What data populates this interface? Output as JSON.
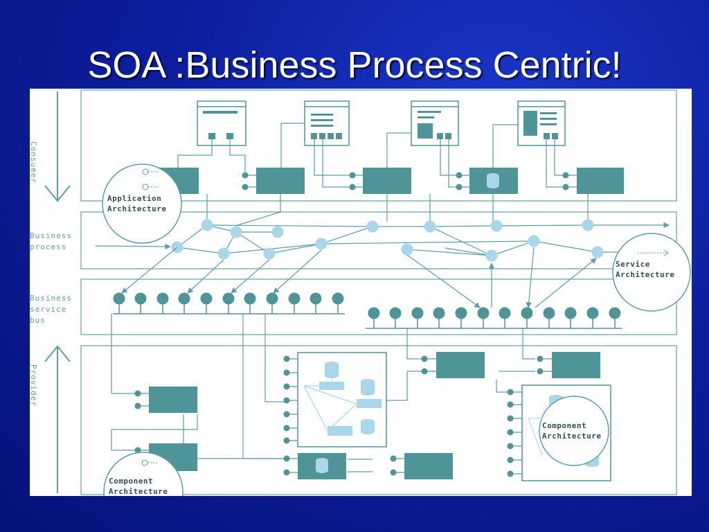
{
  "title": "SOA :Business Process Centric!",
  "lanes": {
    "consumer": "Consumer",
    "business_process": [
      "Business",
      "process"
    ],
    "business_service_bus": [
      "Business",
      "service",
      "bus"
    ],
    "provider": "Provider"
  },
  "callouts": {
    "application_architecture": [
      "Application",
      "Architecture"
    ],
    "service_architecture": [
      "Service",
      "Architecture"
    ],
    "component_architecture_right": [
      "Component",
      "Architecture"
    ],
    "component_architecture_left": [
      "Component",
      "Architecture"
    ]
  },
  "colors": {
    "background": "#0d1f9e",
    "teal": "#4f9496",
    "light_blue": "#a9d6ea",
    "line": "#5a9ea2"
  }
}
